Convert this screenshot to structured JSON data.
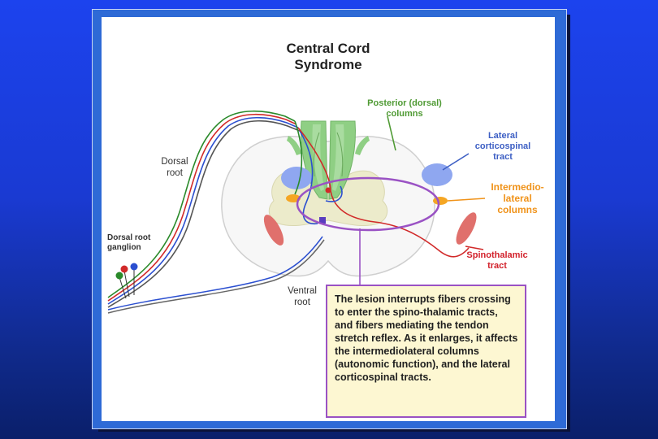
{
  "diagram": {
    "title_line1": "Central Cord",
    "title_line2": "Syndrome",
    "labels": {
      "posterior_line1": "Posterior (dorsal)",
      "posterior_line2": "columns",
      "lateral_line1": "Lateral",
      "lateral_line2": "corticospinal",
      "lateral_line3": "tract",
      "intermedio_line1": "Intermedio-",
      "intermedio_line2": "lateral",
      "intermedio_line3": "columns",
      "spinothalamic_line1": "Spinothalamic",
      "spinothalamic_line2": "tract",
      "dorsal_root_line1": "Dorsal",
      "dorsal_root_line2": "root",
      "ganglion_line1": "Dorsal root",
      "ganglion_line2": "ganglion",
      "ventral_root_line1": "Ventral",
      "ventral_root_line2": "root"
    },
    "note_text": "The lesion interrupts fibers crossing to enter the spino-thalamic tracts, and fibers mediating the tendon stretch reflex. As it enlarges, it affects the intermediolateral columns (autonomic function), and the lateral corticospinal tracts.",
    "colors": {
      "background_blue": "#1c43ee",
      "posterior_green": "#8fcf84",
      "corticospinal_blue": "#8fa7f0",
      "intermediolateral_orange": "#f5a623",
      "spinothalamic_red": "#e0706c",
      "lesion_purple": "#9a52c4",
      "note_fill": "#fdf7d2"
    }
  }
}
